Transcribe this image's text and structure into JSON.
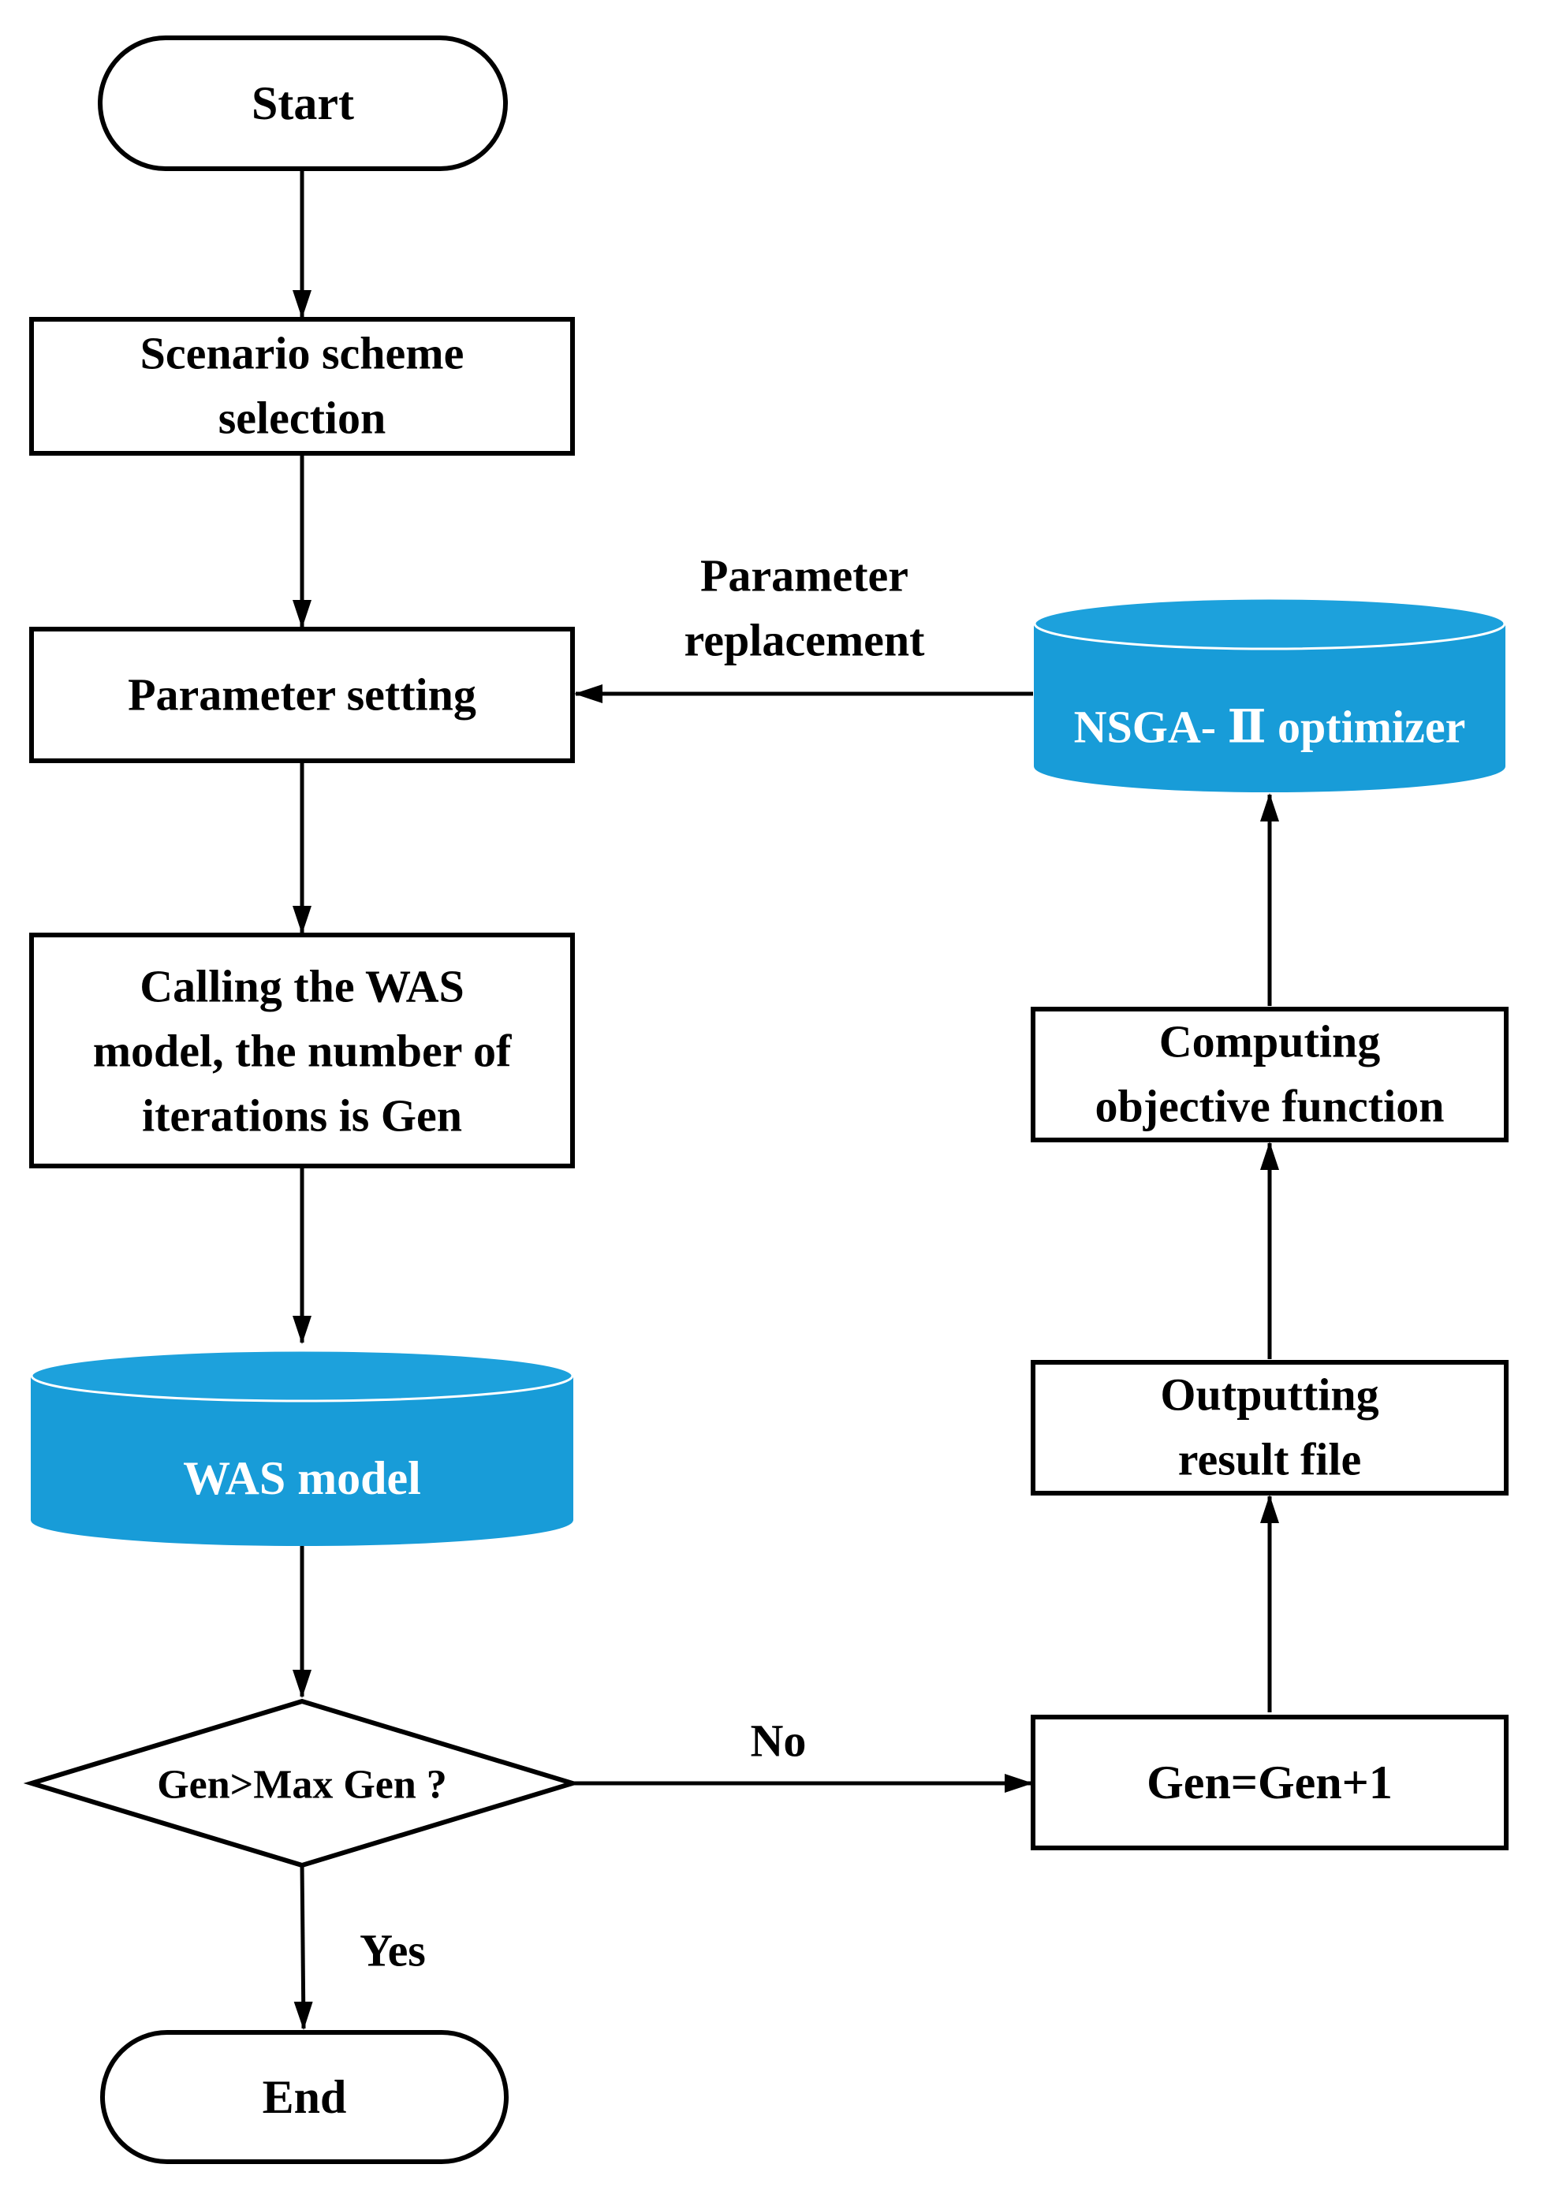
{
  "colors": {
    "cylinder_fill": "#189CD8",
    "cylinder_top": "#1DA1DC",
    "stroke": "#000000",
    "background": "#ffffff"
  },
  "nodes": {
    "start": "Start",
    "scenario_line1": "Scenario scheme",
    "scenario_line2": "selection",
    "parameter_setting": "Parameter setting",
    "calling_line1": "Calling the WAS",
    "calling_line2": "model, the number of",
    "calling_line3": "iterations is Gen",
    "was_model": "WAS model",
    "decision": "Gen>Max Gen ?",
    "end": "End",
    "gen_increment": "Gen=Gen+1",
    "output_line1": "Outputting",
    "output_line2": "result file",
    "computing_line1": "Computing",
    "computing_line2": "objective function",
    "nsga": "NSGA- Ⅱ optimizer"
  },
  "edges": {
    "param_replacement_line1": "Parameter",
    "param_replacement_line2": "replacement",
    "no_label": "No",
    "yes_label": "Yes"
  }
}
